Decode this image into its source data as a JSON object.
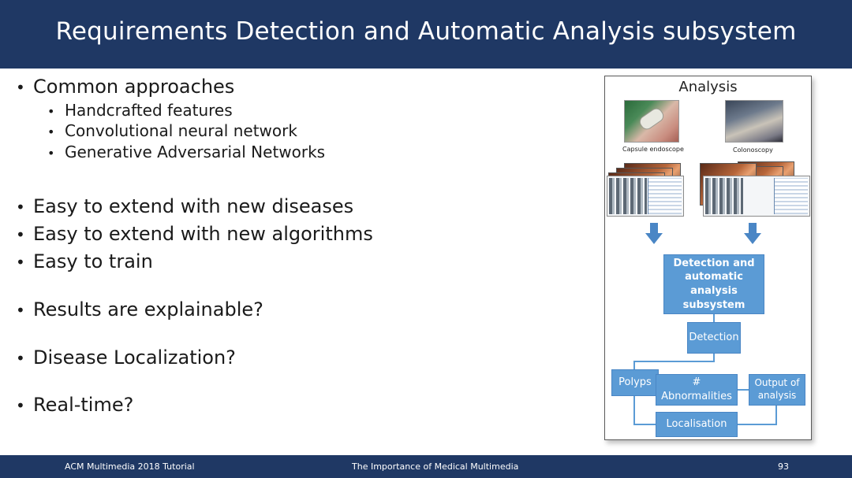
{
  "slide": {
    "title": "Requirements Detection and Automatic Analysis subsystem"
  },
  "content": {
    "bullet_common": "Common approaches",
    "sub_bullets": [
      "Handcrafted features",
      "Convolutional neural network",
      "Generative Adversarial Networks"
    ],
    "bullet_diseases": "Easy to extend with new diseases",
    "bullet_algorithms": "Easy to extend with new algorithms",
    "bullet_train": "Easy to train",
    "bullet_explainable": "Results are explainable?",
    "bullet_localization": "Disease Localization?",
    "bullet_realtime": "Real-time?"
  },
  "figure": {
    "title": "Analysis",
    "caption_capsule": "Capsule endoscope",
    "caption_colonoscopy": "Colonoscopy",
    "box_main": "Detection and automatic analysis subsystem",
    "box_detection": "Detection",
    "box_polyps": "Polyps",
    "box_abnormalities": "# Abnormalities",
    "box_output": "Output of analysis",
    "box_localisation": "Localisation",
    "accent_color": "#5b9bd5"
  },
  "footer": {
    "left": "ACM Multimedia 2018 Tutorial",
    "center": "The Importance of Medical Multimedia",
    "page_number": "93"
  },
  "theme": {
    "header_color": "#1f3864",
    "footer_color": "#1f3864"
  }
}
